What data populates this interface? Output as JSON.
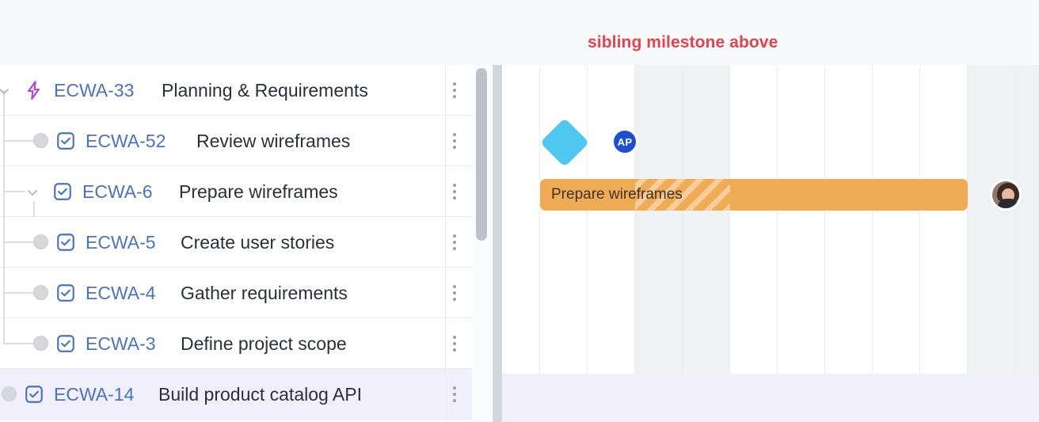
{
  "annotation": {
    "text": "sibling milestone above",
    "color": "#e2444c"
  },
  "tree": {
    "rows": [
      {
        "key": "ECWA-33",
        "summary": "Planning & Requirements",
        "type_icon": "epic-bolt-icon",
        "expander": "chevron-down-icon",
        "indent": 0,
        "selected": false
      },
      {
        "key": "ECWA-52",
        "summary": "Review wireframes",
        "type_icon": "task-checkbox-icon",
        "expander": "node-dot-icon",
        "indent": 1,
        "selected": false
      },
      {
        "key": "ECWA-6",
        "summary": "Prepare wireframes",
        "type_icon": "task-checkbox-icon",
        "expander": "chevron-down-icon",
        "indent": 1,
        "selected": false
      },
      {
        "key": "ECWA-5",
        "summary": "Create user stories",
        "type_icon": "task-checkbox-icon",
        "expander": "node-dot-icon",
        "indent": 1,
        "selected": false
      },
      {
        "key": "ECWA-4",
        "summary": "Gather requirements",
        "type_icon": "task-checkbox-icon",
        "expander": "node-dot-icon",
        "indent": 1,
        "selected": false
      },
      {
        "key": "ECWA-3",
        "summary": "Define project scope",
        "type_icon": "task-checkbox-icon",
        "expander": "node-dot-icon",
        "indent": 1,
        "selected": false
      },
      {
        "key": "ECWA-14",
        "summary": "Build product catalog API",
        "type_icon": "task-checkbox-icon",
        "expander": "node-dot-icon",
        "indent": 0,
        "selected": true
      }
    ],
    "row_menu_label": "more-actions"
  },
  "timeline": {
    "milestone": {
      "name": "milestone-diamond",
      "color": "#4ec8f0"
    },
    "assignee_badge": {
      "initials": "AP",
      "color": "#1d4ed8"
    },
    "bar": {
      "label": "Prepare wireframes",
      "color": "#f0ab55"
    },
    "avatar_photo": {
      "name": "assignee-avatar-photo"
    },
    "columns": [
      {
        "weekend": false
      },
      {
        "weekend": false
      },
      {
        "weekend": false
      },
      {
        "weekend": true
      },
      {
        "weekend": true
      },
      {
        "weekend": false
      },
      {
        "weekend": false
      },
      {
        "weekend": false
      },
      {
        "weekend": false
      },
      {
        "weekend": false
      },
      {
        "weekend": true
      },
      {
        "weekend": true
      }
    ]
  }
}
